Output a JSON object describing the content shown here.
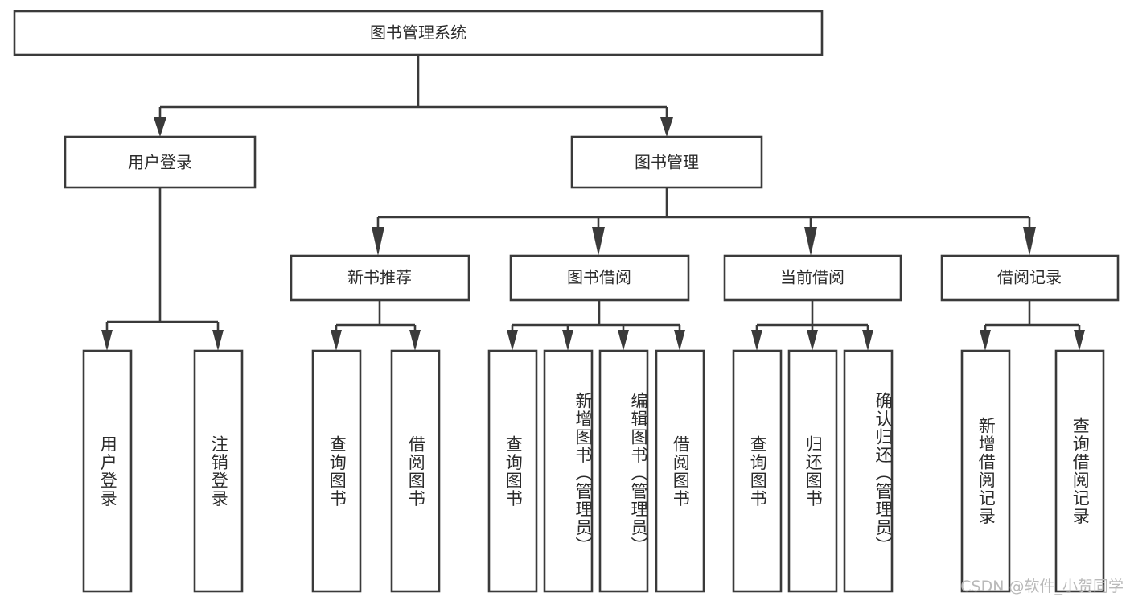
{
  "diagram": {
    "type": "tree-hierarchy",
    "title": "图书管理系统",
    "root": {
      "label": "图书管理系统"
    },
    "level2": [
      {
        "label": "用户登录"
      },
      {
        "label": "图书管理"
      }
    ],
    "level3": [
      {
        "label": "新书推荐"
      },
      {
        "label": "图书借阅"
      },
      {
        "label": "当前借阅"
      },
      {
        "label": "借阅记录"
      }
    ],
    "leaves": {
      "user_login": [
        {
          "label": "用户登录"
        },
        {
          "label": "注销登录"
        }
      ],
      "new_book_recommend": [
        {
          "label": "查询图书"
        },
        {
          "label": "借阅图书"
        }
      ],
      "book_borrow": [
        {
          "label": "查询图书"
        },
        {
          "label": "新增图书（管理员）"
        },
        {
          "label": "编辑图书（管理员）"
        },
        {
          "label": "借阅图书"
        }
      ],
      "current_borrow": [
        {
          "label": "查询图书"
        },
        {
          "label": "归还图书"
        },
        {
          "label": "确认归还（管理员）"
        }
      ],
      "borrow_record": [
        {
          "label": "新增借阅记录"
        },
        {
          "label": "查询借阅记录"
        }
      ]
    }
  },
  "watermark": {
    "text": "CSDN @软件_小贺同学"
  },
  "colors": {
    "box_stroke": "#3a3a3a",
    "box_fill": "#ffffff",
    "text": "#2b2b2b",
    "watermark": "#b9b9b9",
    "background": "#ffffff"
  }
}
